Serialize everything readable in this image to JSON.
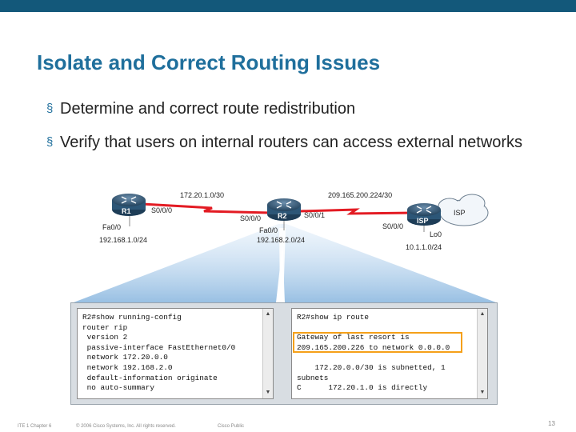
{
  "title": "Isolate and Correct Routing Issues",
  "bullets": [
    "Determine and correct route redistribution",
    "Verify that users on internal routers can access external networks"
  ],
  "bullet_marker": "§",
  "diagram": {
    "routers": {
      "r1": "R1",
      "r2": "R2",
      "isp": "ISP"
    },
    "cloud": "ISP",
    "labels": {
      "link_r1_r2": "172.20.1.0/30",
      "link_r2_isp": "209.165.200.224/30",
      "r1_s000": "S0/0/0",
      "r2_s000": "S0/0/0",
      "r2_s001": "S0/0/1",
      "isp_s000": "S0/0/0",
      "r1_fa": "Fa0/0",
      "r1_net": "192.168.1.0/24",
      "r2_fa": "Fa0/0",
      "r2_net": "192.168.2.0/24",
      "isp_lo": "Lo0",
      "isp_net": "10.1.1.0/24"
    }
  },
  "console_left": {
    "lines": "R2#show running-config\nrouter rip\n version 2\n passive-interface FastEthernet0/0\n network 172.20.0.0\n network 192.168.2.0\n default-information originate\n no auto-summary"
  },
  "console_right": {
    "lines": "R2#show ip route\n\nGateway of last resort is\n209.165.200.226 to network 0.0.0.0\n\n    172.20.0.0/30 is subnetted, 1\nsubnets\nC      172.20.1.0 is directly"
  },
  "footer": {
    "left": "ITE 1 Chapter 6",
    "center": "© 2006 Cisco Systems, Inc. All rights reserved.",
    "right": "Cisco Public",
    "page": "13"
  },
  "colors": {
    "topbar": "#13587a",
    "title": "#1f6f9c",
    "serial_link": "#e31b23",
    "highlight": "#f5a019"
  }
}
